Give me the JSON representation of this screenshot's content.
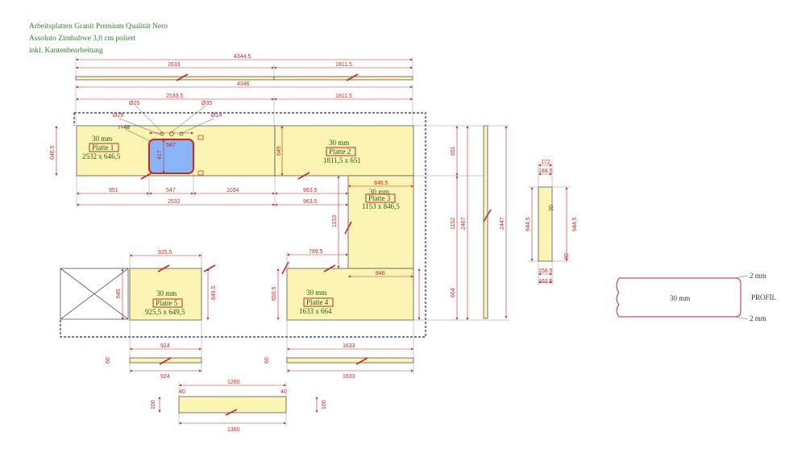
{
  "header": {
    "line1": "Arbeitsplatten Granit Premium Qualität Nero",
    "line2": "Assoluto Zimbabwe 3,0 cm poliert",
    "line3": "inkl. Kantenbearbeitung"
  },
  "colors": {
    "slab": "#fbf4b2",
    "slab_stroke": "#555555",
    "dimension": "#c62828",
    "label": "#1b5e20",
    "sink": "#8ab4f8",
    "outline_dashed": "#1a237e",
    "edge_mark": "#c62828"
  },
  "panels": {
    "p1": {
      "thickness": "30 mm",
      "name": "Platte 1",
      "size": "2532 x 646,5"
    },
    "p2": {
      "thickness": "30 mm",
      "name": "Platte 2",
      "size": "1811,5 x 651"
    },
    "p3": {
      "thickness": "30 mm",
      "name": "Platte 3",
      "size": "1153 x 846,5"
    },
    "p4": {
      "thickness": "30 mm",
      "name": "Platte 4",
      "size": "1633 x 664"
    },
    "p5": {
      "thickness": "30 mm",
      "name": "Platte 5",
      "size": "925,5 x 649,5"
    }
  },
  "dimensions": {
    "top_total": "4344.5",
    "top_left": "2633",
    "top_right": "1811.5",
    "second_total": "4346",
    "second_left": "2533.5",
    "second_right": "1811.5",
    "d_hole25": "Ø25",
    "d_hole35": "Ø35",
    "d_hole29": "Ø29",
    "d_hole14": "Ø14",
    "r48": "r=48",
    "sink_width": "547",
    "sink_depth": "417",
    "p1_height": "646.5",
    "p2_height": "649",
    "p1_seg1": "951",
    "p1_seg2": "547",
    "p1_seg3": "1034",
    "p1_total": "2532",
    "p2_seg": "963.5",
    "p2_seg_b": "963.5",
    "p3_top": "846.5",
    "p3_height": "1153",
    "p3_bottom": "846",
    "p4_top": "789.5",
    "p4_left": "650.5",
    "p4_right": "664",
    "right_651": "651",
    "right_2467": "2467",
    "right_1152": "1152",
    "right_2447": "2447",
    "p5_top": "925.5",
    "p5_left": "645",
    "p5_right": "649.5",
    "p5_bottom": "924",
    "p4_bottom": "1633",
    "strip5_len": "924",
    "strip4_len": "1633",
    "strip_h": "60",
    "bottom_top": "1280",
    "bottom_bottom": "1360",
    "bottom_left_h": "100",
    "bottom_right_h": "100",
    "bottom_small_a": "40",
    "bottom_small_b": "40",
    "small_172": "172",
    "small_188": "188.5",
    "small_9445_l": "944.5",
    "small_9445_r": "944.5",
    "small_30a": "30",
    "small_30b": "30",
    "small_1585": "158.5",
    "small_1625": "162.5"
  },
  "profile": {
    "label": "PROFIL",
    "thickness": "30 mm",
    "top_note": "2 mm",
    "bottom_note": "2 mm"
  }
}
